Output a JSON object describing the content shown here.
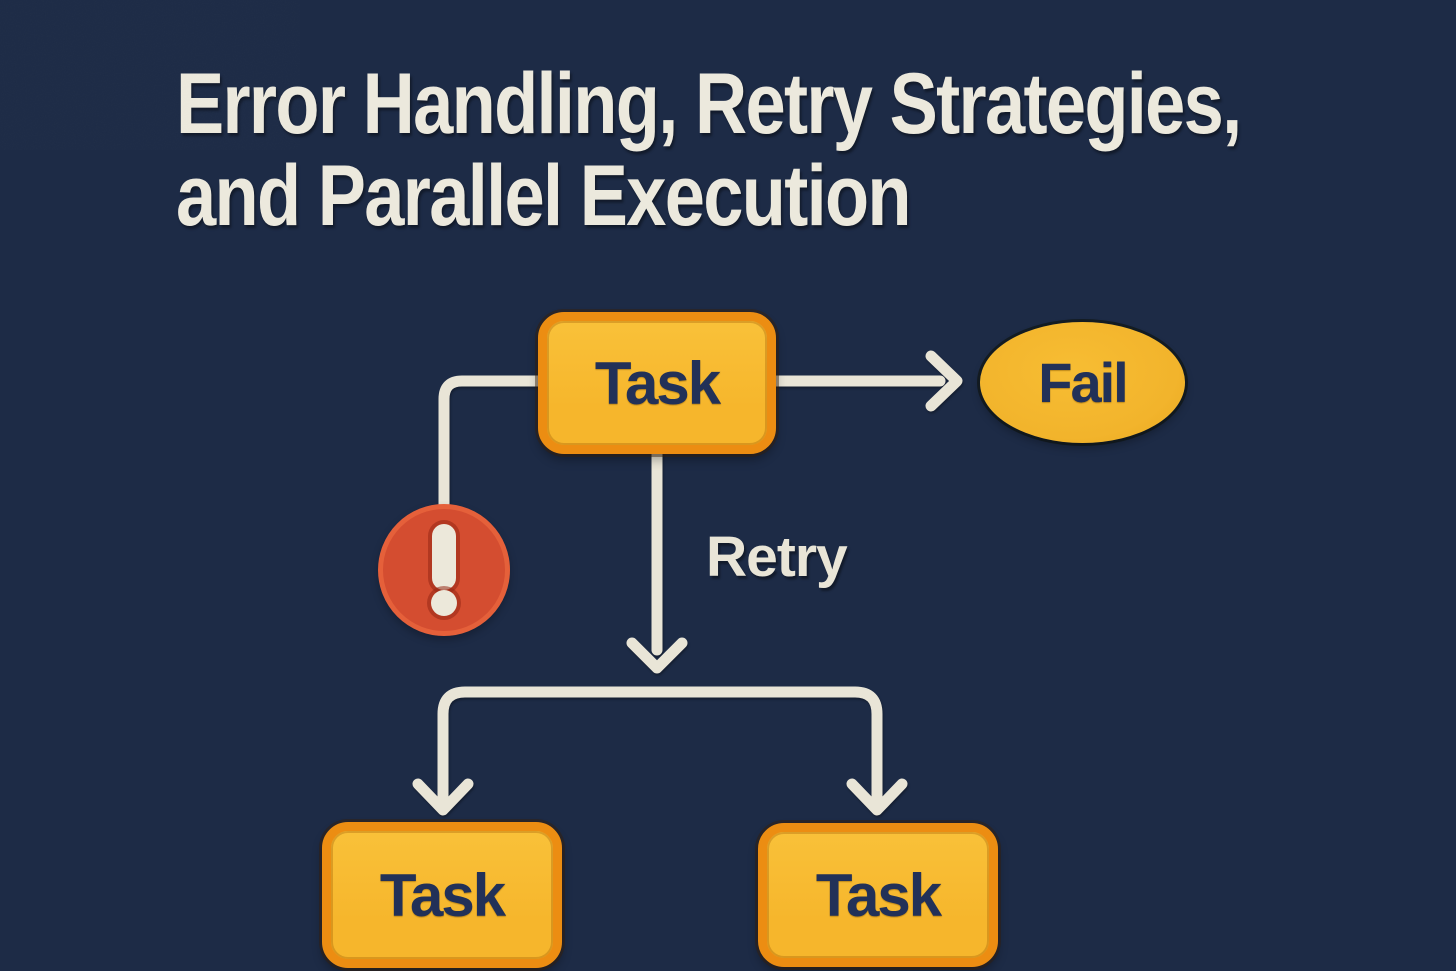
{
  "title": {
    "line1": "Error Handling, Retry Strategies,",
    "line2": "and Parallel Execution"
  },
  "diagram": {
    "nodes": [
      {
        "id": "task-top",
        "type": "task-box",
        "label": "Task"
      },
      {
        "id": "fail",
        "type": "ellipse",
        "label": "Fail"
      },
      {
        "id": "error-indicator",
        "type": "alert-circle",
        "icon": "exclamation-icon"
      },
      {
        "id": "task-bottom-left",
        "type": "task-box",
        "label": "Task"
      },
      {
        "id": "task-bottom-right",
        "type": "task-box",
        "label": "Task"
      }
    ],
    "edges": [
      {
        "from": "task-top",
        "to": "fail",
        "label": ""
      },
      {
        "from": "task-top",
        "to": "error-indicator",
        "label": ""
      },
      {
        "from": "task-top",
        "to": "retry-split",
        "label": "Retry"
      },
      {
        "from": "retry-split",
        "to": "task-bottom-left",
        "label": ""
      },
      {
        "from": "retry-split",
        "to": "task-bottom-right",
        "label": ""
      }
    ],
    "retry_label": "Retry"
  },
  "colors": {
    "bg": "#1d2b46",
    "cream": "#e9e5d7",
    "title": "#ece9dd",
    "box_fill": "#f6b62c",
    "box_fill_light": "#f9c139",
    "box_border": "#ec8d12",
    "box_text": "#223158",
    "ellipse_fill": "#f2b42c",
    "alert_fill": "#d44d30",
    "alert_border": "#e5603a",
    "alert_glyph": "#ece8da"
  }
}
